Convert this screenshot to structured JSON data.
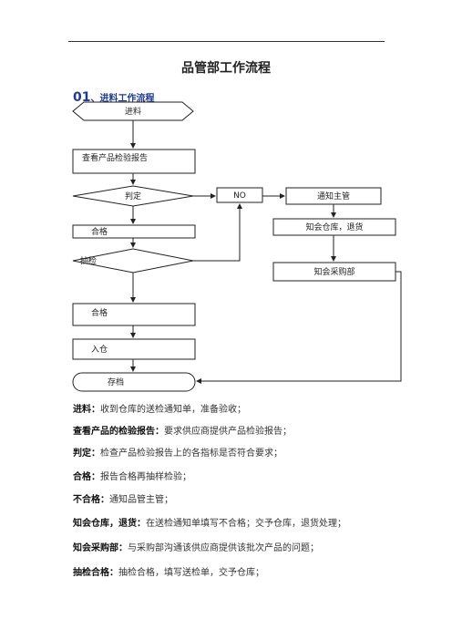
{
  "header": {
    "title": "品管部工作流程",
    "section_number": "01",
    "section_title": "、进料工作流程"
  },
  "flowchart": {
    "start": "进料",
    "check_report": "查看产品检验报告",
    "judge": "判定",
    "no": "NO",
    "notify_supervisor": "通知主管",
    "notify_warehouse_return": "知会仓库，退货",
    "qualified_1": "合格",
    "sampling": "抽检",
    "notify_purchasing": "知会采购部",
    "qualified_2": "合格",
    "stock_in": "入仓",
    "archive": "存档"
  },
  "descriptions": [
    {
      "term": "进料：",
      "text": "收到仓库的送检通知单，准备验收；"
    },
    {
      "term": "查看产品的检验报告：",
      "text": "要求供应商提供产品检验报告；"
    },
    {
      "term": "判定：",
      "text": "检查产品检验报告上的各指标是否符合要求；"
    },
    {
      "term": "合格：",
      "text": "报告合格再抽样检验；"
    },
    {
      "term": "不合格：",
      "text": "通知品管主管；"
    },
    {
      "term": "知会仓库，退货：",
      "text": "在送检通知单填写不合格；交予仓库，退货处理；"
    },
    {
      "term": "知会采购部：",
      "text": "与采购部沟通该供应商提供该批次产品的问题；"
    },
    {
      "term": "抽检合格：",
      "text": "抽检合格，填写送检单，交予仓库；"
    }
  ]
}
